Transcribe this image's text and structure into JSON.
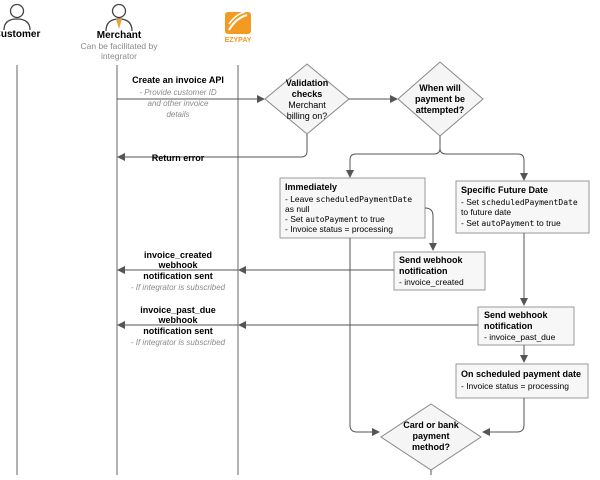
{
  "lanes": {
    "customer": "Customer",
    "merchant": "Merchant",
    "merchant_note_1": "Can be facilitated by",
    "merchant_note_2": "integrator",
    "ezypay": "EZYPAY"
  },
  "create_api": {
    "title": "Create an invoice API",
    "note_1": "- Provide customer ID",
    "note_2": "and other invoice",
    "note_3": "details"
  },
  "validation": {
    "line1": "Validation",
    "line2": "checks",
    "line3": "Merchant",
    "line4": "billing on?"
  },
  "when": {
    "line1": "When will",
    "line2": "payment be",
    "line3": "attempted?"
  },
  "return_error": "Return error",
  "immediately": {
    "title": "Immediately",
    "l1a": "- Leave ",
    "l1b": "scheduledPaymentDate",
    "l2": "as null",
    "l3a": "- Set ",
    "l3b": "autoPayment",
    "l3c": " to true",
    "l4": "- Invoice status = processing"
  },
  "future": {
    "title": "Specific Future Date",
    "l1a": "- Set ",
    "l1b": "scheduledPaymentDate",
    "l2": "to future date",
    "l3a": "- Set ",
    "l3b": "autoPayment",
    "l3c": " to true"
  },
  "webhook1": {
    "line1": "Send webhook",
    "line2": "notification",
    "line3": "- invoice_created"
  },
  "webhook2": {
    "line1": "Send webhook",
    "line2": "notification",
    "line3": "- invoice_past_due"
  },
  "created_sent": {
    "line1": "invoice_created",
    "line2": "webhook",
    "line3": "notification sent",
    "note": "- If integrator is subscribed"
  },
  "past_due_sent": {
    "line1": "invoice_past_due",
    "line2": "webhook",
    "line3": "notification sent",
    "note": "- If integrator is subscribed"
  },
  "scheduled": {
    "title": "On scheduled payment date",
    "l1": "- Invoice status = processing"
  },
  "card": {
    "line1": "Card or bank",
    "line2": "payment",
    "line3": "method?"
  }
}
